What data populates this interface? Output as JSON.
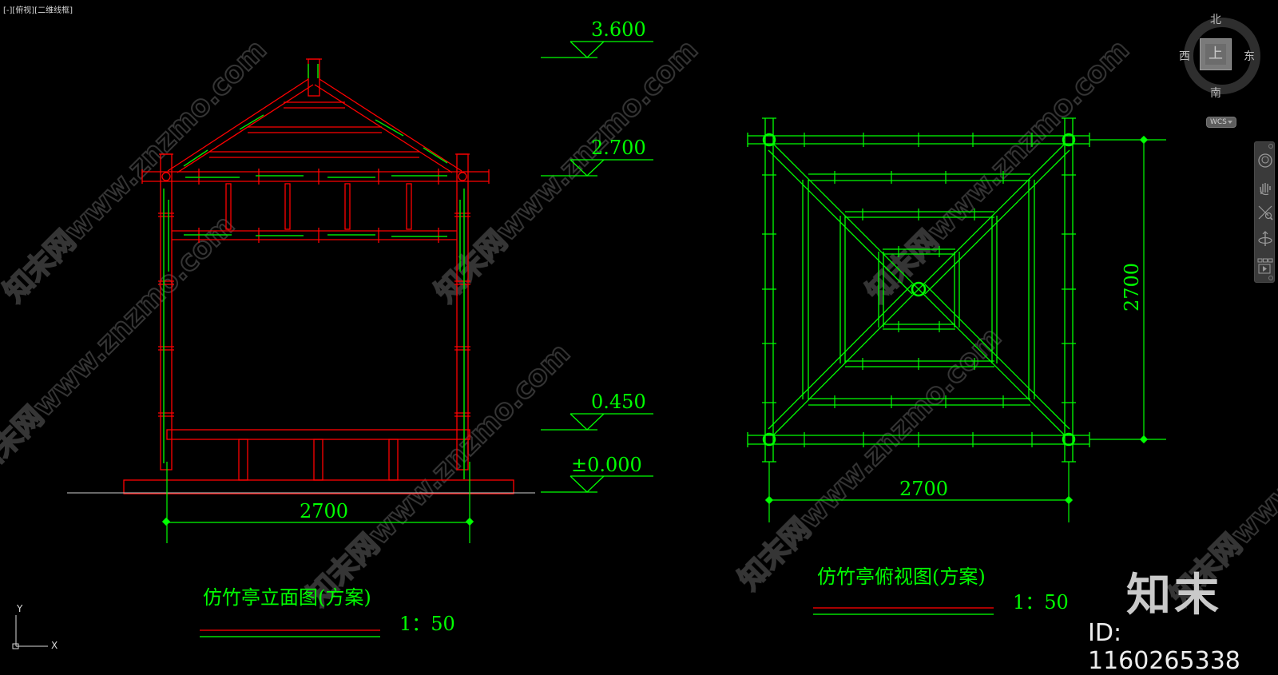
{
  "viewport": {
    "label": "[-][俯视][二维线框]"
  },
  "viewcube": {
    "north": "北",
    "south": "南",
    "west": "西",
    "east": "东",
    "face": "上",
    "wcs_label": "WCS"
  },
  "navbar": {
    "tools": [
      "steering-wheel",
      "pan",
      "zoom-extents",
      "orbit",
      "showmotion"
    ]
  },
  "ucs": {
    "x_label": "X",
    "y_label": "Y"
  },
  "elevation_view": {
    "title": "仿竹亭立面图(方案)",
    "scale": "1：50",
    "width_dimension": "2700",
    "levels": [
      {
        "label": "3.600"
      },
      {
        "label": "2.700"
      },
      {
        "label": "0.450"
      },
      {
        "label": "±0.000"
      }
    ]
  },
  "plan_view": {
    "title": "仿竹亭俯视图(方案)",
    "scale": "1：50",
    "width_dimension": "2700",
    "depth_dimension": "2700"
  },
  "watermarks": {
    "text": "知末网www.znzmo.com"
  },
  "branding": {
    "logo": "知末",
    "id_label": "ID: 1160265338"
  },
  "colors": {
    "background": "#000000",
    "cad_green": "#00ff00",
    "cad_red": "#ff0000",
    "ground_line": "#d0d0d0",
    "watermark": "#3a3a3a"
  }
}
